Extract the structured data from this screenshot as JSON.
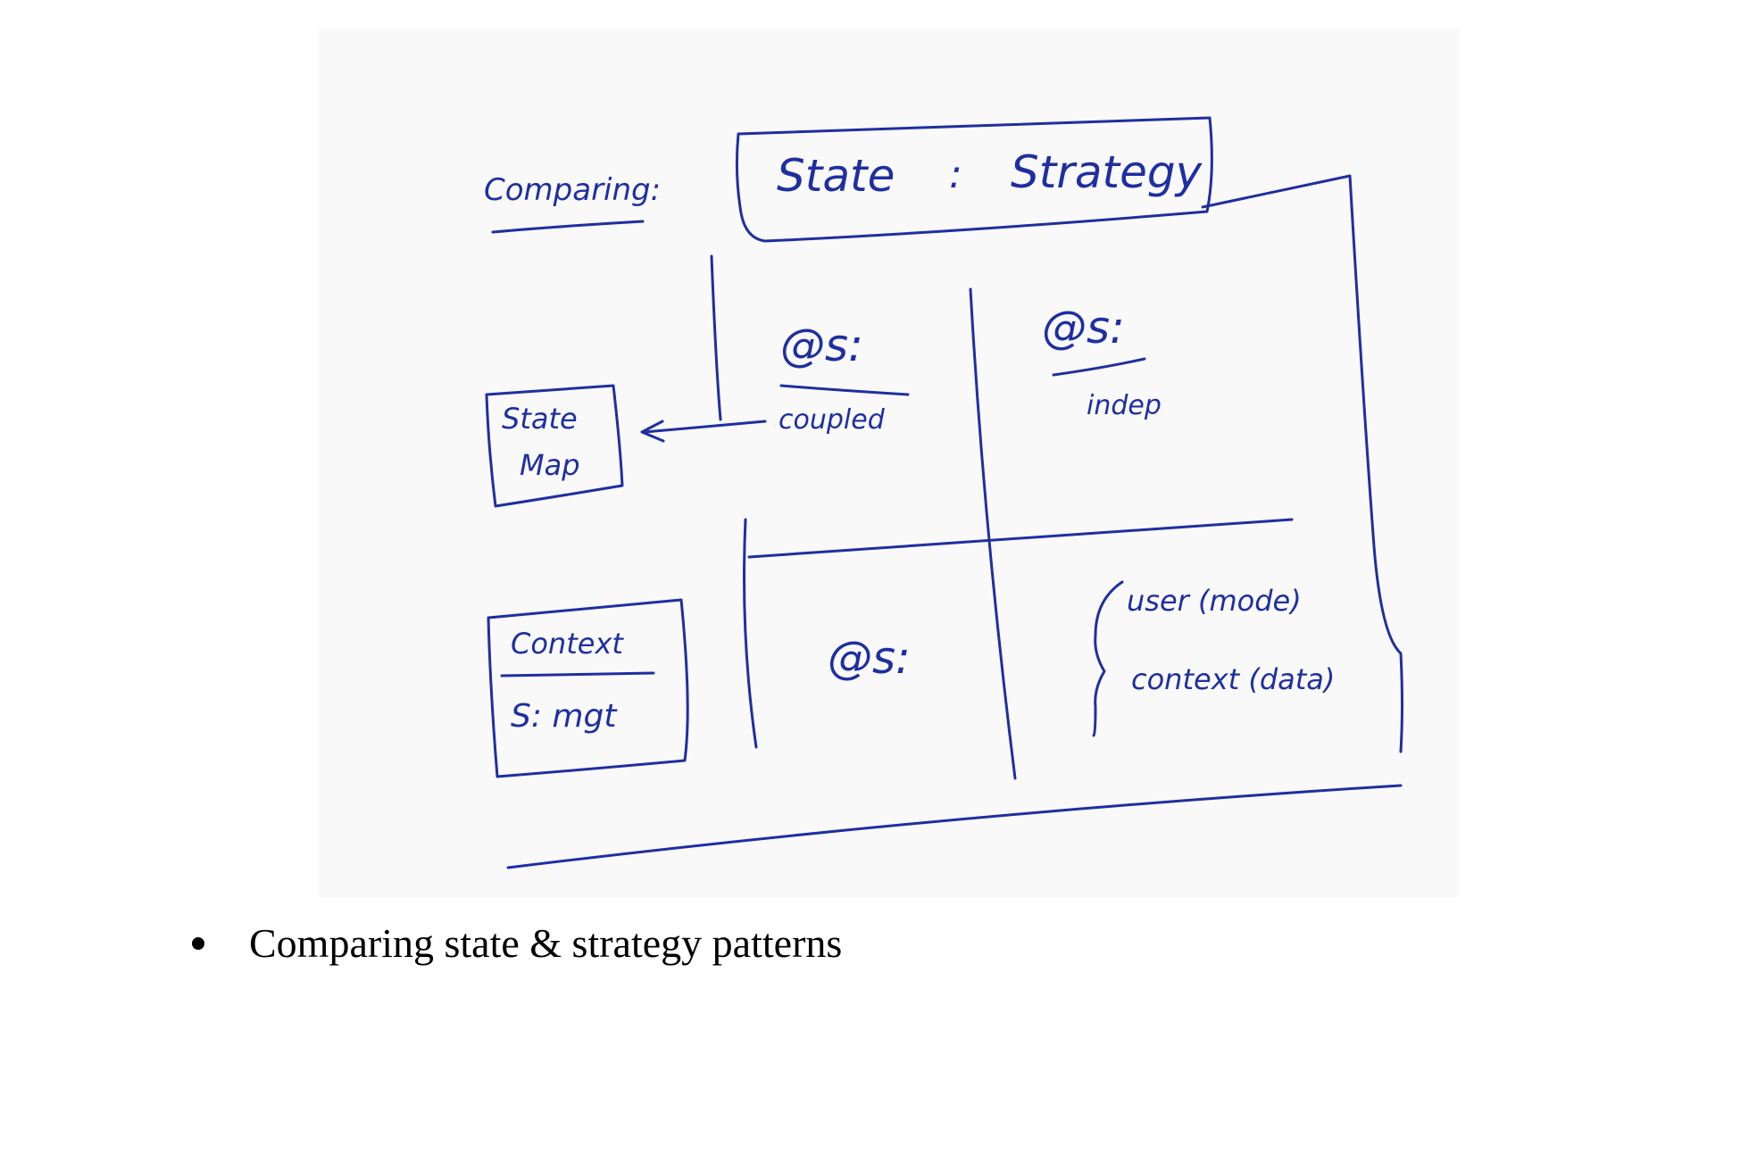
{
  "sketch": {
    "heading": "Comparing:",
    "banner_left": "State",
    "banner_colon": ":",
    "banner_right": "Strategy",
    "box_state_map_line1": "State",
    "box_state_map_line2": "Map",
    "box_context_line1": "Context",
    "box_context_line2": "S: mgt",
    "cell_top_left_label": "@s:",
    "cell_top_left_value": "coupled",
    "cell_top_right_label": "@s:",
    "cell_top_right_value": "indep",
    "cell_bottom_left_label": "@s:",
    "cell_bottom_right_line1": "user (mode)",
    "cell_bottom_right_line2": "context (data)"
  },
  "caption": {
    "items": [
      "Comparing state & strategy patterns"
    ]
  },
  "colors": {
    "ink": "#1f2fa0",
    "paper": "#f9f9f9"
  }
}
